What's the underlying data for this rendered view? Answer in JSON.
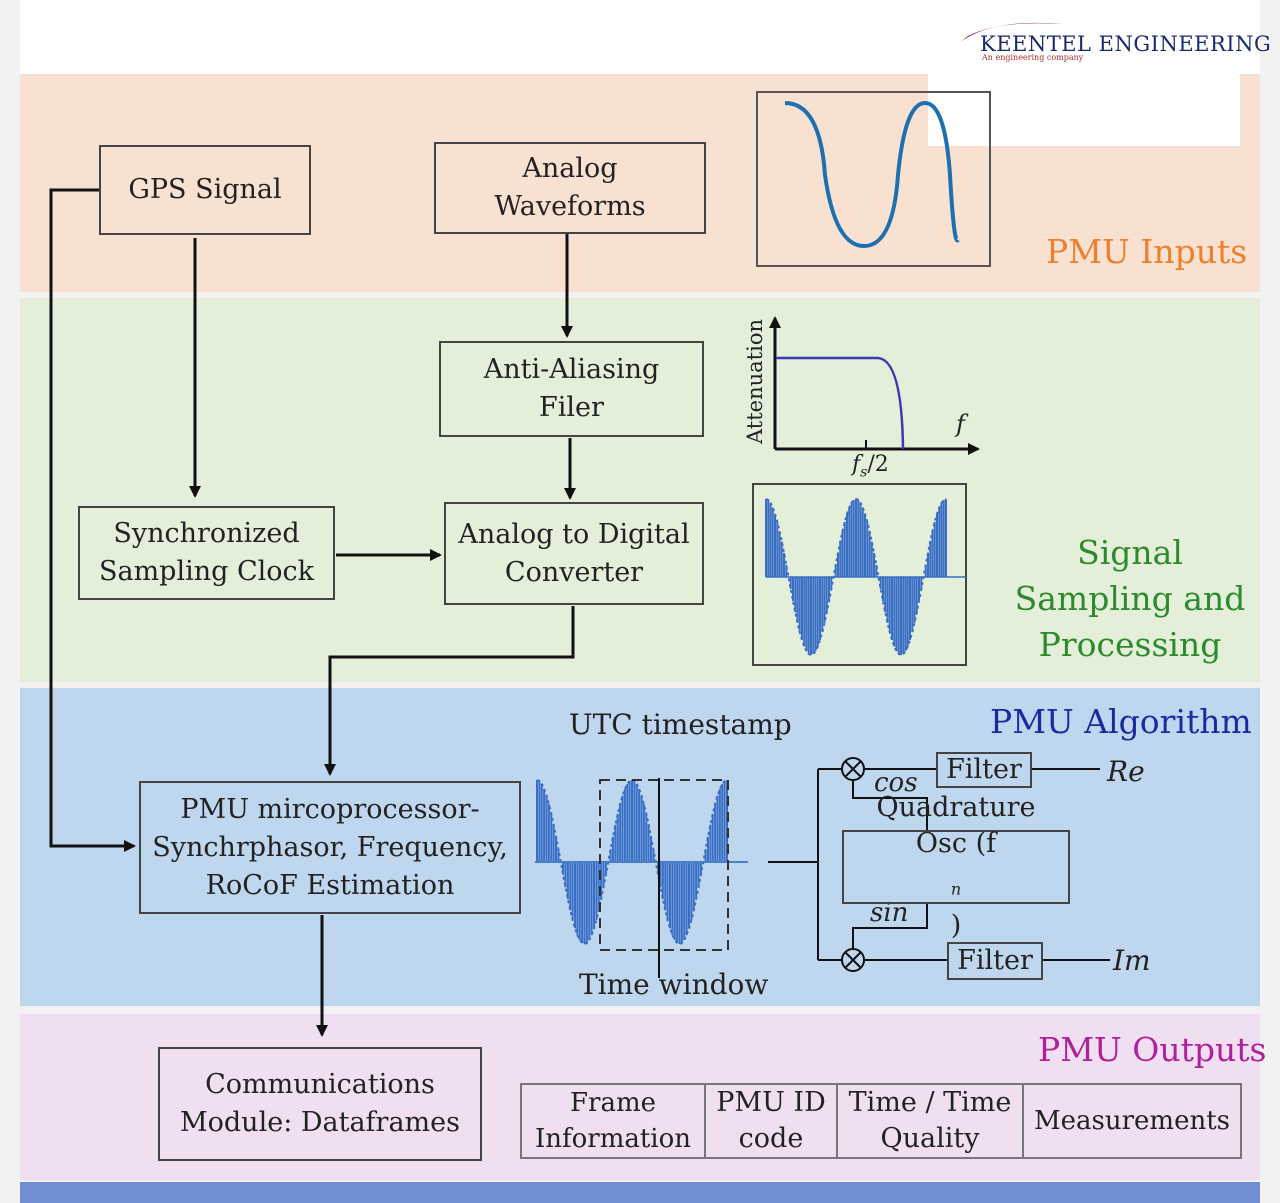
{
  "logo": {
    "name": "KEENTEL ENGINEERING",
    "tagline": "An engineering company"
  },
  "sections": {
    "inputs": "PMU Inputs",
    "sampling": [
      "Signal",
      "Sampling and",
      "Processing"
    ],
    "algorithm": "PMU Algorithm",
    "outputs": "PMU Outputs"
  },
  "blocks": {
    "gps": "GPS Signal",
    "analog": [
      "Analog",
      "Waveforms"
    ],
    "anti_aliasing": [
      "Anti-Aliasing",
      "Filer"
    ],
    "clock": [
      "Synchronized",
      "Sampling Clock"
    ],
    "adc": [
      "Analog to Digital",
      "Converter"
    ],
    "processor": [
      "PMU mircoprocessor-",
      "Synchrphasor, Frequency,",
      "RoCoF Estimation"
    ],
    "comms": [
      "Communications",
      "Module: Dataframes"
    ],
    "filter_top": "Filter",
    "filter_bottom": "Filter",
    "quadrature": [
      "Quadrature",
      "Osc (f",
      "n",
      ")"
    ]
  },
  "plot_labels": {
    "attenuation": "Attenuation",
    "f": "f",
    "fs_half": [
      "f",
      "s",
      "/2"
    ],
    "utc": "UTC timestamp",
    "time_window": "Time window",
    "cos": "cos",
    "sin": "sin",
    "re": "Re",
    "im": "Im"
  },
  "dataframe": [
    [
      "Frame",
      "Information"
    ],
    [
      "PMU ID",
      "code"
    ],
    [
      "Time / Time",
      "Quality"
    ],
    [
      "Measurements"
    ]
  ],
  "colors": {
    "inputs_bg": "#f9e1d1",
    "sampling_bg": "#e3efd9",
    "algorithm_bg": "#bfd7ee",
    "outputs_bg": "#f0dff0",
    "inputs_title": "#f07f2c",
    "sampling_title": "#2d8a2d",
    "algorithm_title": "#1a2ba0",
    "outputs_title": "#b0209a",
    "wave": "#1e6fb0",
    "samples": "#3a6fc6",
    "logo_purple": "#7a1a7a",
    "logo_text": "#1a2a70"
  }
}
